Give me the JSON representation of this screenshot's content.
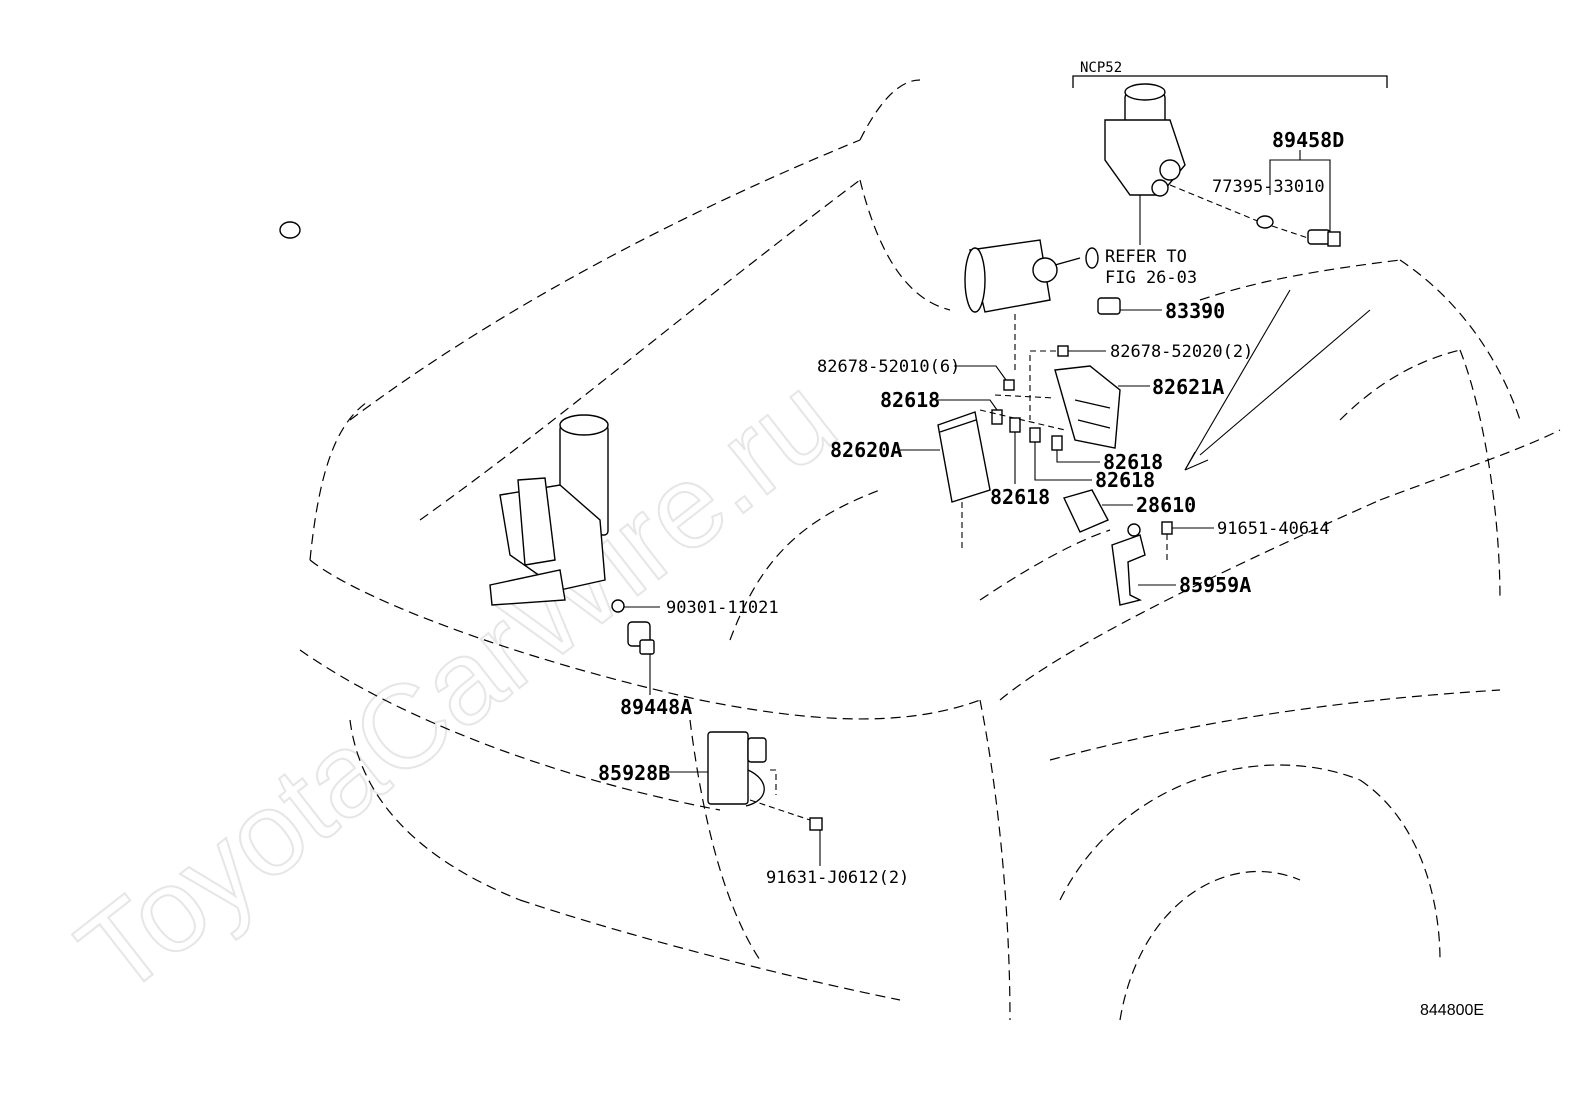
{
  "diagram": {
    "model_header": "NCP52",
    "figure_code": "844800E",
    "watermark": "ToyotaCarWire.ru",
    "refer_note": [
      "REFER TO",
      "FIG 26-03"
    ],
    "parts": {
      "p89458D": "89458D",
      "p77395": "77395-33010",
      "p83390": "83390",
      "p82678b": "82678-52020(2)",
      "p82678a": "82678-52010(6)",
      "p82621A": "82621A",
      "p82618_a": "82618",
      "p82620A": "82620A",
      "p82618_b": "82618",
      "p82618_c": "82618",
      "p82618_d": "82618",
      "p28610": "28610",
      "p91651": "91651-40614",
      "p85959A": "85959A",
      "p90301": "90301-11021",
      "p89448A": "89448A",
      "p85928B": "85928B",
      "p91631": "91631-J0612(2)"
    }
  }
}
